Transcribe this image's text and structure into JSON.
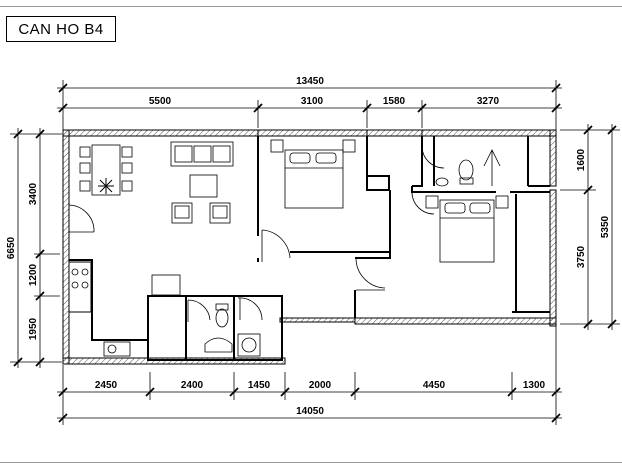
{
  "title": "CAN HO B4",
  "dimensions": {
    "top_total": "13450",
    "top": [
      "5500",
      "3100",
      "1580",
      "3270"
    ],
    "bottom": [
      "2450",
      "2400",
      "1450",
      "2000",
      "4450",
      "1300"
    ],
    "bottom_total": "14050",
    "left_total": "6650",
    "left": [
      "3400",
      "1200",
      "1950"
    ],
    "right": [
      "1600",
      "3750"
    ],
    "right_total": "5350"
  }
}
